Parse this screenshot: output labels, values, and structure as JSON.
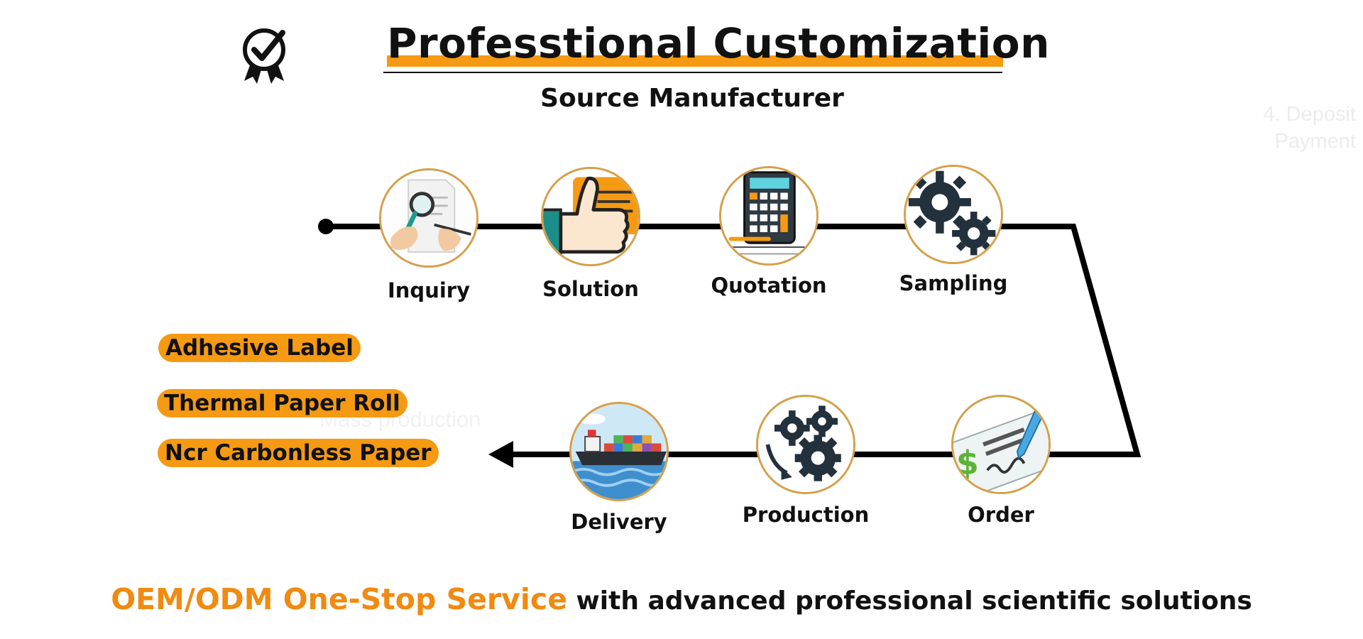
{
  "header": {
    "title": "Professtional Customization",
    "subtitle": "Source Manufacturer",
    "badge_icon": "award-check-icon"
  },
  "watermark": {
    "line1": "4. Deposit",
    "line2": "Payment",
    "faint_text": "Mass production"
  },
  "steps": [
    {
      "label": "Inquiry",
      "icon": "magnifier-document-icon"
    },
    {
      "label": "Solution",
      "icon": "thumbs-up-icon"
    },
    {
      "label": "Quotation",
      "icon": "calculator-icon"
    },
    {
      "label": "Sampling",
      "icon": "gears-icon"
    },
    {
      "label": "Order",
      "icon": "cheque-signature-icon"
    },
    {
      "label": "Production",
      "icon": "production-gears-icon"
    },
    {
      "label": "Delivery",
      "icon": "cargo-ship-icon"
    }
  ],
  "products": [
    "Adhesive Label",
    "Thermal Paper Roll",
    "Ncr Carbonless Paper"
  ],
  "tagline": {
    "highlight": "OEM/ODM One-Stop Service",
    "rest": " with advanced professional scientific solutions"
  },
  "colors": {
    "accent": "#f59a12",
    "accent_text": "#f08a10",
    "circle_border": "#d4a04a",
    "line": "#000000"
  }
}
